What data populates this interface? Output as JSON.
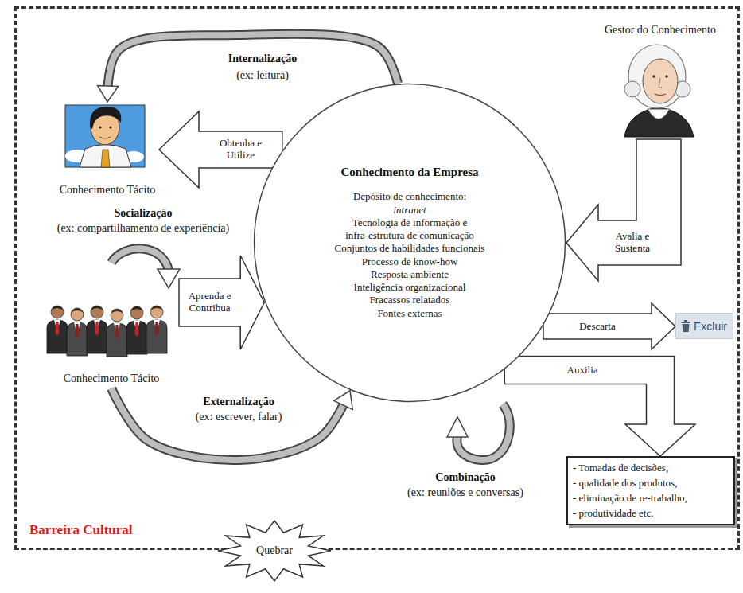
{
  "diagram": {
    "nodes": [
      {
        "text": [
          "Barreira Cultural"
        ]
      },
      {
        "text": [
          "Conhecimento Tácito"
        ],
        "in": 0
      },
      {
        "text": [
          "Conhecimento da Empresa",
          "Depósito de conhecimento:",
          "intranet",
          "Tecnologia de informação e infra-estrutura de comunicação",
          "Conjuntos de habilidades funcionais",
          "Processo de know-how",
          "Resposta ambiente",
          "Inteligência organizacional",
          "Fracassos relatados",
          "Fontes externas"
        ],
        "in": 0
      },
      {
        "text": [
          "Gestor do Conhecimento"
        ],
        "in": 0
      },
      {
        "text": [
          "Conhecimento Tácito"
        ],
        "in": 0
      },
      {
        "text": [
          "Excluir"
        ],
        "in": 0
      },
      {
        "text": [
          "- Tomadas de decisões,",
          "- qualidade dos produtos,",
          "- eliminação de re-trabalho,",
          "- produtividade etc."
        ],
        "in": 0
      },
      {
        "text": [
          "Quebrar"
        ]
      }
    ],
    "edges": [
      {
        "from": 2,
        "to": 1,
        "label": "Internalização",
        "arrow": "to"
      },
      {
        "from": 2,
        "to": 1,
        "label": "Obtenha e Utilize",
        "arrow": "to"
      },
      {
        "from": 4,
        "to": 2,
        "label": "Aprenda e Contribua",
        "arrow": "to"
      },
      {
        "from": 4,
        "to": 2,
        "label": "Externalização",
        "arrow": "to"
      },
      {
        "from": 3,
        "to": 2,
        "label": "Avalia e Sustenta",
        "arrow": "to"
      },
      {
        "from": 2,
        "to": 5,
        "label": "Descarta",
        "arrow": "to"
      },
      {
        "from": 2,
        "to": 6,
        "label": "Auxilia",
        "arrow": "to"
      }
    ],
    "labels": [
      "(ex: leitura)",
      "Socialização",
      "(ex: compartilhamento de experiência)",
      "(ex: escrever, falar)",
      "Combinação",
      "(ex: reuniões e conversas)"
    ]
  }
}
